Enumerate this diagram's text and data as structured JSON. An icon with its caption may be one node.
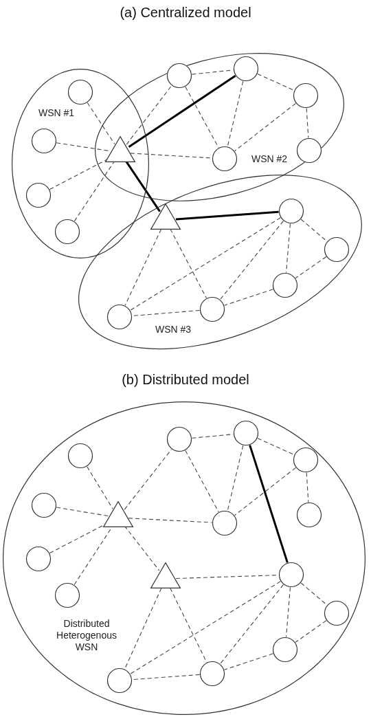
{
  "diagram": {
    "nodes": [
      {
        "text": [
          "WSN #1"
        ]
      },
      {
        "text": [
          "WSN #2"
        ]
      },
      {
        "text": [
          "WSN #3"
        ]
      },
      {
        "text": [],
        "shape": "circle",
        "in": 0
      },
      {
        "text": [],
        "shape": "circle",
        "in": 0
      },
      {
        "text": [],
        "shape": "circle",
        "in": 0
      },
      {
        "text": [],
        "shape": "circle",
        "in": 0
      },
      {
        "text": [],
        "shape": "triangle"
      },
      {
        "text": [],
        "shape": "circle",
        "in": 1
      },
      {
        "text": [],
        "shape": "circle",
        "in": 1
      },
      {
        "text": [],
        "shape": "circle",
        "in": 1
      },
      {
        "text": [],
        "shape": "circle",
        "in": 1
      },
      {
        "text": [],
        "shape": "circle",
        "in": 1
      },
      {
        "text": [],
        "shape": "triangle",
        "in": 2
      },
      {
        "text": [],
        "shape": "circle",
        "in": 2
      },
      {
        "text": [],
        "shape": "circle",
        "in": 2
      },
      {
        "text": [],
        "shape": "circle",
        "in": 2
      },
      {
        "text": [],
        "shape": "circle",
        "in": 2
      },
      {
        "text": [],
        "shape": "circle",
        "in": 2
      },
      {
        "text": [
          "Distributed Heterogenous WSN"
        ]
      },
      {
        "text": [],
        "shape": "circle",
        "in": 19
      },
      {
        "text": [],
        "shape": "circle",
        "in": 19
      },
      {
        "text": [],
        "shape": "circle",
        "in": 19
      },
      {
        "text": [],
        "shape": "circle",
        "in": 19
      },
      {
        "text": [],
        "shape": "circle",
        "in": 19
      },
      {
        "text": [],
        "shape": "circle",
        "in": 19
      },
      {
        "text": [],
        "shape": "circle",
        "in": 19
      },
      {
        "text": [],
        "shape": "triangle",
        "in": 19
      },
      {
        "text": [],
        "shape": "circle",
        "in": 19
      },
      {
        "text": [],
        "shape": "circle",
        "in": 19
      },
      {
        "text": [],
        "shape": "triangle",
        "in": 19
      },
      {
        "text": [],
        "shape": "circle",
        "in": 19
      },
      {
        "text": [],
        "shape": "circle",
        "in": 19
      },
      {
        "text": [],
        "shape": "circle",
        "in": 19
      },
      {
        "text": [],
        "shape": "circle",
        "in": 19
      },
      {
        "text": [],
        "shape": "circle",
        "in": 19
      }
    ],
    "edges": [
      {
        "from": 3,
        "to": 7,
        "arrow": "none",
        "style": "dashed"
      },
      {
        "from": 4,
        "to": 7,
        "arrow": "none",
        "style": "dashed"
      },
      {
        "from": 5,
        "to": 7,
        "arrow": "none",
        "style": "dashed"
      },
      {
        "from": 6,
        "to": 7,
        "arrow": "none",
        "style": "dashed"
      },
      {
        "from": 7,
        "to": 8,
        "arrow": "none",
        "style": "dashed"
      },
      {
        "from": 7,
        "to": 9,
        "arrow": "none",
        "style": "thick"
      },
      {
        "from": 7,
        "to": 12,
        "arrow": "none",
        "style": "dashed"
      },
      {
        "from": 8,
        "to": 9,
        "arrow": "none",
        "style": "dashed"
      },
      {
        "from": 8,
        "to": 12,
        "arrow": "none",
        "style": "dashed"
      },
      {
        "from": 9,
        "to": 12,
        "arrow": "none",
        "style": "dashed"
      },
      {
        "from": 9,
        "to": 10,
        "arrow": "none",
        "style": "dashed"
      },
      {
        "from": 10,
        "to": 12,
        "arrow": "none",
        "style": "dashed"
      },
      {
        "from": 10,
        "to": 11,
        "arrow": "none",
        "style": "dashed"
      },
      {
        "from": 7,
        "to": 13,
        "arrow": "none",
        "style": "thick"
      },
      {
        "from": 13,
        "to": 14,
        "arrow": "none",
        "style": "thick"
      },
      {
        "from": 13,
        "to": 18,
        "arrow": "none",
        "style": "dashed"
      },
      {
        "from": 13,
        "to": 17,
        "arrow": "none",
        "style": "dashed"
      },
      {
        "from": 14,
        "to": 18,
        "arrow": "none",
        "style": "dashed"
      },
      {
        "from": 14,
        "to": 17,
        "arrow": "none",
        "style": "dashed"
      },
      {
        "from": 14,
        "to": 16,
        "arrow": "none",
        "style": "dashed"
      },
      {
        "from": 14,
        "to": 15,
        "arrow": "none",
        "style": "dashed"
      },
      {
        "from": 15,
        "to": 16,
        "arrow": "none",
        "style": "dashed"
      },
      {
        "from": 16,
        "to": 17,
        "arrow": "none",
        "style": "dashed"
      },
      {
        "from": 17,
        "to": 18,
        "arrow": "none",
        "style": "dashed"
      },
      {
        "from": 20,
        "to": 27,
        "arrow": "none",
        "style": "dashed"
      },
      {
        "from": 21,
        "to": 27,
        "arrow": "none",
        "style": "dashed"
      },
      {
        "from": 28,
        "to": 27,
        "arrow": "none",
        "style": "dashed"
      },
      {
        "from": 29,
        "to": 27,
        "arrow": "none",
        "style": "dashed"
      },
      {
        "from": 27,
        "to": 22,
        "arrow": "none",
        "style": "dashed"
      },
      {
        "from": 27,
        "to": 26,
        "arrow": "none",
        "style": "dashed"
      },
      {
        "from": 27,
        "to": 30,
        "arrow": "none",
        "style": "dashed"
      },
      {
        "from": 22,
        "to": 23,
        "arrow": "none",
        "style": "dashed"
      },
      {
        "from": 22,
        "to": 26,
        "arrow": "none",
        "style": "dashed"
      },
      {
        "from": 23,
        "to": 26,
        "arrow": "none",
        "style": "dashed"
      },
      {
        "from": 23,
        "to": 24,
        "arrow": "none",
        "style": "dashed"
      },
      {
        "from": 24,
        "to": 26,
        "arrow": "none",
        "style": "dashed"
      },
      {
        "from": 24,
        "to": 25,
        "arrow": "none",
        "style": "dashed"
      },
      {
        "from": 23,
        "to": 31,
        "arrow": "none",
        "style": "thick"
      },
      {
        "from": 30,
        "to": 31,
        "arrow": "none",
        "style": "dashed"
      },
      {
        "from": 30,
        "to": 35,
        "arrow": "none",
        "style": "dashed"
      },
      {
        "from": 30,
        "to": 34,
        "arrow": "none",
        "style": "dashed"
      },
      {
        "from": 31,
        "to": 35,
        "arrow": "none",
        "style": "dashed"
      },
      {
        "from": 31,
        "to": 34,
        "arrow": "none",
        "style": "dashed"
      },
      {
        "from": 31,
        "to": 33,
        "arrow": "none",
        "style": "dashed"
      },
      {
        "from": 31,
        "to": 32,
        "arrow": "none",
        "style": "dashed"
      },
      {
        "from": 32,
        "to": 33,
        "arrow": "none",
        "style": "dashed"
      },
      {
        "from": 33,
        "to": 34,
        "arrow": "none",
        "style": "dashed"
      },
      {
        "from": 34,
        "to": 35,
        "arrow": "none",
        "style": "dashed"
      }
    ],
    "labels": [
      "(a) Centralized model",
      "(b) Distributed model"
    ]
  }
}
